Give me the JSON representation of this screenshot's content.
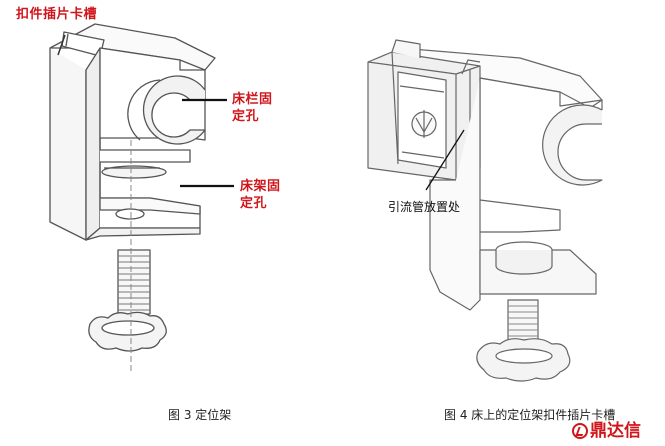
{
  "figure3": {
    "labels": {
      "slot": "扣件插片卡槽",
      "rail_hole_line1": "床栏固",
      "rail_hole_line2": "定孔",
      "frame_hole_line1": "床架固",
      "frame_hole_line2": "定孔"
    },
    "caption": "图 3    定位架"
  },
  "figure4": {
    "label_drain": "引流管放置处",
    "caption": "图 4    床上的定位架扣件插片卡槽"
  },
  "watermark": {
    "text": "鼎达信"
  },
  "colors": {
    "label_red": "#d0161b",
    "line": "#555555",
    "text": "#111111"
  }
}
